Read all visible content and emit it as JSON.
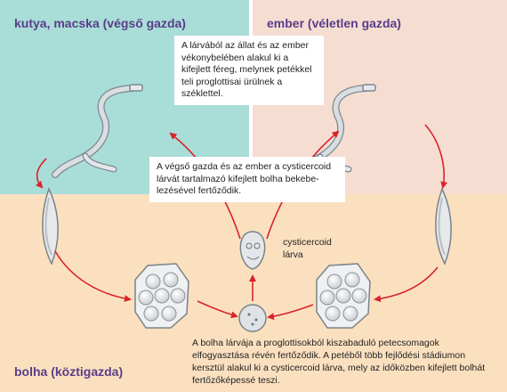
{
  "panels": {
    "dog_host": "kutya, macska (végső gazda)",
    "human_host": "ember (véletlen gazda)",
    "flea_host": "bolha (köztigazda)"
  },
  "notes": {
    "adult_worm": "A lárvából az állat és az ember vékonybelében alakul ki a kifejlett féreg, melynek petékkel teli proglottisai ürülnek a széklettel.",
    "infection": "A végső gazda és az ember a cysticercoid lárvát tartalmazó kifejlett bolha bekebe-lezésével fertőződik.",
    "flea_larva": "A bolha lárvája a proglottisokból kiszabaduló petecsomagok elfogyasztása révén fertőződik. A petéből több fejlődési stádiumon kersztül alakul ki a cysticercoid lárva, mely az időközben kifejlett bolhát fertőzőképessé teszi."
  },
  "labels": {
    "cysticercoid": "cysticercoid lárva"
  },
  "colors": {
    "arrow": "#d8232a",
    "dog_panel": "#a9ddd8",
    "human_panel": "#f6ddd2",
    "flea_panel": "#fbe0bf",
    "title": "#5a3d8a"
  }
}
